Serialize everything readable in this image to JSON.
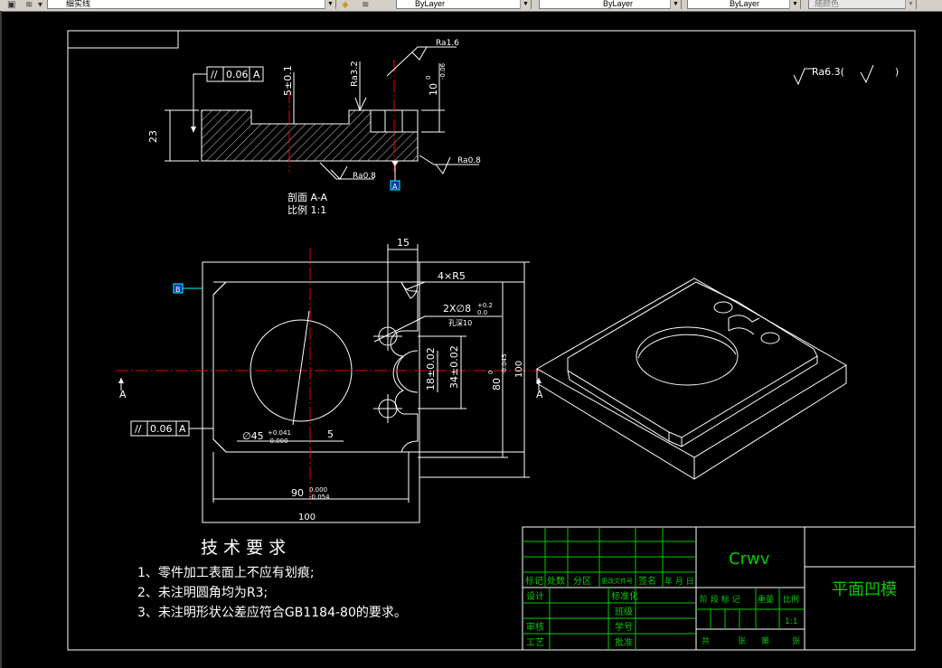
{
  "toolbar": {
    "layer_value": "细实线",
    "color_value": "ByLayer",
    "linetype_value": "ByLayer",
    "lineweight_value": "ByLayer",
    "plotstyle_value": "随颜色"
  },
  "section": {
    "flatness_tol": "0.06",
    "datum": "A",
    "depth_dim": "5±0.1",
    "height_dim": "23",
    "ra_top": "Ra3.2",
    "ra_right": "Ra1.6",
    "ra_bottom_mid": "Ra0.8",
    "ra_bottom_right": "Ra0.8",
    "thick_dim": "10",
    "thick_tol_upper": "0",
    "thick_tol_lower": "-0.06",
    "datum_a_label": "A",
    "title_line1": "剖面 A-A",
    "title_line2": "比例 1:1"
  },
  "plan": {
    "dim_15": "15",
    "radius_label": "4×R5",
    "hole_label": "2X∅8",
    "hole_tol_upper": "+0.2",
    "hole_tol_lower": "0.0",
    "hole_depth": "孔深10",
    "dim_18": "18±0.02",
    "dim_34": "34±0.02",
    "dim_80": "80",
    "dim_80_tol_upper": "0",
    "dim_80_tol_lower": "-0.045",
    "dim_100_v": "100",
    "dim_45": "∅45",
    "dim_45_tol_upper": "+0.041",
    "dim_45_tol_lower": "-0.000",
    "dim_5": "5",
    "dim_90": "90",
    "dim_90_tol_upper": "0.000",
    "dim_90_tol_lower": "-0.054",
    "dim_100_h": "100",
    "parallel_tol": "0.06",
    "parallel_datum": "A",
    "datum_b": "B",
    "section_mark_left": "A",
    "section_mark_right": "A"
  },
  "surface_note": "Ra6.3(",
  "tech": {
    "title": "技 术 要 求",
    "req1": "1、零件加工表面上不应有划痕;",
    "req2": "2、未注明圆角均为R3;",
    "req3": "3、未注明形状公差应符合GB1184-80的要求。"
  },
  "titleblock": {
    "designer_name": "Crwv",
    "part_name": "平面凹模",
    "row_labels": [
      "标记",
      "处数",
      "分区",
      "更改文件号",
      "签名",
      "年 月 日"
    ],
    "design": "设计",
    "standardize": "标准化",
    "review": "审核",
    "process": "工艺",
    "class": "班级",
    "student_no": "学号",
    "approve": "批准",
    "stage_mark": "阶 段 标 记",
    "weight": "重量",
    "scale": "比例",
    "scale_value": "1:1",
    "total": "共",
    "sheets": "张",
    "no": "第",
    "sheet": "张"
  }
}
